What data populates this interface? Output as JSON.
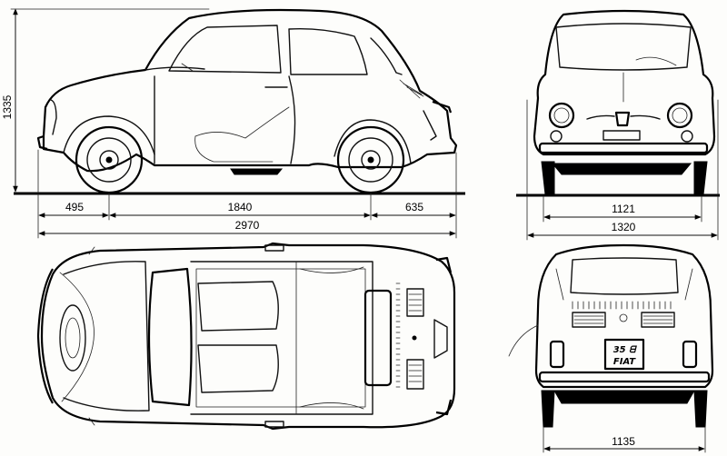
{
  "dimensions": {
    "height": "1335",
    "front_overhang": "495",
    "wheelbase": "1840",
    "rear_overhang": "635",
    "overall_length": "2970",
    "front_track": "1121",
    "overall_width": "1320",
    "rear_track": "1135"
  },
  "plate": {
    "line1": "35 ᗺ",
    "line2": "FIAT"
  }
}
